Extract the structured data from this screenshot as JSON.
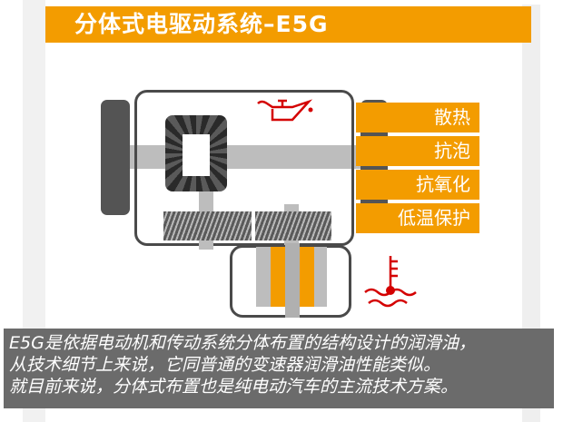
{
  "title": "分体式电驱动系统–E5G",
  "functions": [
    {
      "label": "散热"
    },
    {
      "label": "抗泡"
    },
    {
      "label": "抗氧化"
    },
    {
      "label": "低温保护"
    }
  ],
  "icons": {
    "oil_can": "oil-can-icon",
    "temperature": "coolant-temperature-icon"
  },
  "colors": {
    "accent": "#f39c00",
    "icon_red": "#d40000",
    "wheel": "#545454",
    "shaft": "#bdbdbd",
    "caption_bg": "#6b6b6b"
  },
  "caption": {
    "lines": [
      "E5G是依据电动机和传动系统分体布置的结构设计的润滑油，",
      "从技术细节上来说，它同普通的变速器润滑油性能类似。",
      "就目前来说，分体式布置也是纯电动汽车的主流技术方案。"
    ]
  }
}
